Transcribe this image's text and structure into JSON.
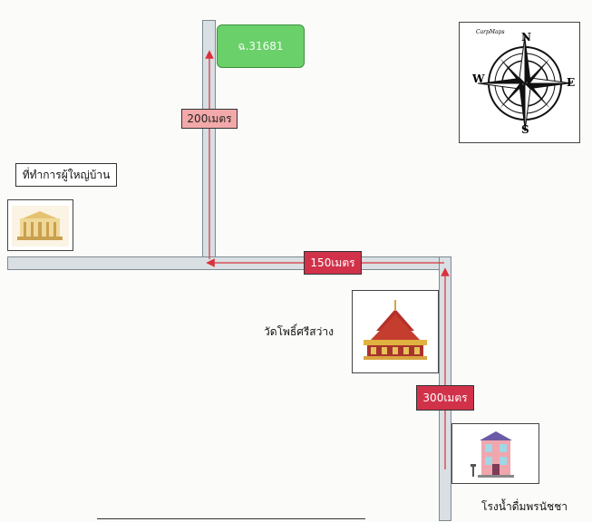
{
  "start_marker": "ฉ.31681",
  "distances": {
    "north_road": "200เมตร",
    "east_west_road": "150เมตร",
    "south_road": "300เมตร"
  },
  "places": {
    "headman_office": "ที่ทำการผู้ใหญ่บ้าน",
    "temple": "วัดโพธิ์ศรีสว่าง",
    "water_factory": "โรงน้ำดื่มพรนัชชา"
  },
  "compass": {
    "brand": "CarpMaps",
    "n": "N",
    "e": "E",
    "s": "S",
    "w": "W"
  },
  "colors": {
    "road": "#d9dfe2",
    "route_line": "#d9323c",
    "start_marker": "#6ad06a",
    "distance_red": "#d1324a",
    "distance_pink": "#f3a9a9"
  }
}
